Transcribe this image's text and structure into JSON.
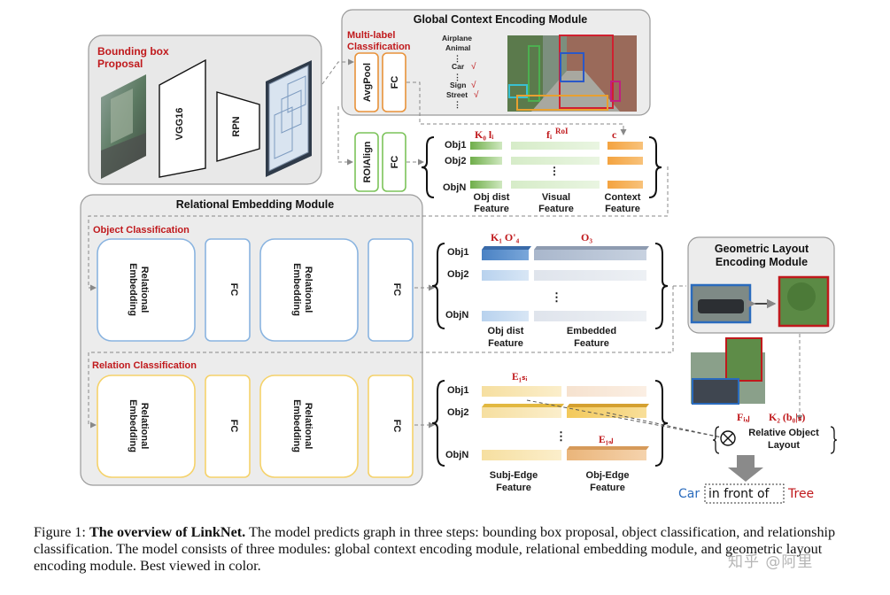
{
  "figure": {
    "bbox_proposal": {
      "title_line1": "Bounding box",
      "title_line2": "Proposal",
      "vgg": "VGG16",
      "rpn": "RPN"
    },
    "global_context": {
      "title": "Global Context Encoding Module",
      "mlc_line1": "Multi-label",
      "mlc_line2": "Classification",
      "avgpool": "AvgPool",
      "fc": "FC",
      "labels": [
        "Airplane",
        "Animal",
        "Car",
        "Sign",
        "Street"
      ],
      "checked": [
        "Car",
        "Sign",
        "Street"
      ],
      "check_mark": "√",
      "ellipsis": "⋮"
    },
    "roi": {
      "roialign": "ROIAlign",
      "fc": "FC",
      "rows": [
        "Obj1",
        "Obj2",
        "ObjN"
      ],
      "header_k0": "K₀ lᵢ",
      "header_fi": "fᵢ",
      "header_fi_sup": "RoI",
      "header_c": "c",
      "feat_obj_dist": [
        "Obj dist",
        "Feature"
      ],
      "feat_visual": [
        "Visual",
        "Feature"
      ],
      "feat_context": [
        "Context",
        "Feature"
      ]
    },
    "relational": {
      "title": "Relational Embedding Module",
      "obj_cls": "Object Classification",
      "rel_cls": "Relation Classification",
      "rel_emb_line1": "Relational",
      "rel_emb_line2": "Embedding",
      "fc": "FC"
    },
    "obj_out": {
      "rows": [
        "Obj1",
        "Obj2",
        "ObjN"
      ],
      "header_k1": "K₁ O'₄",
      "header_o3": "O₃",
      "feat_obj_dist": [
        "Obj dist",
        "Feature"
      ],
      "feat_embedded": [
        "Embedded",
        "Feature"
      ]
    },
    "rel_out": {
      "rows": [
        "Obj1",
        "Obj2",
        "ObjN"
      ],
      "e1si": "E₁ₛᵢ",
      "e1oj": "E₁ₒⱼ",
      "feat_subj": [
        "Subj-Edge",
        "Feature"
      ],
      "feat_obj": [
        "Obj-Edge",
        "Feature"
      ]
    },
    "geometric": {
      "title_line1": "Geometric Layout",
      "title_line2": "Encoding Module",
      "fij": "Fᵢ,ⱼ",
      "k2": "K₂ (b₀|ₛ)",
      "rol_line1": "Relative Object",
      "rol_line2": "Layout",
      "result_subject": "Car",
      "result_predicate": "in front of",
      "result_object": "Tree"
    },
    "colors": {
      "red": "#c0191c",
      "orange": "#f0a040",
      "green_border": "#7cc35a",
      "blue_border": "#8ab4e0",
      "yellow_border": "#f5d26a",
      "subject_blue": "#2a6bbd"
    }
  },
  "caption": {
    "prefix": "Figure 1: ",
    "bold": "The overview of LinkNet.",
    "text": " The model predicts graph in three steps: bounding box proposal, object classification, and relationship classification. The model consists of three modules: global context encoding module, relational embedding module, and geometric layout encoding module. Best viewed in color."
  },
  "watermark": "知乎 @阿里"
}
